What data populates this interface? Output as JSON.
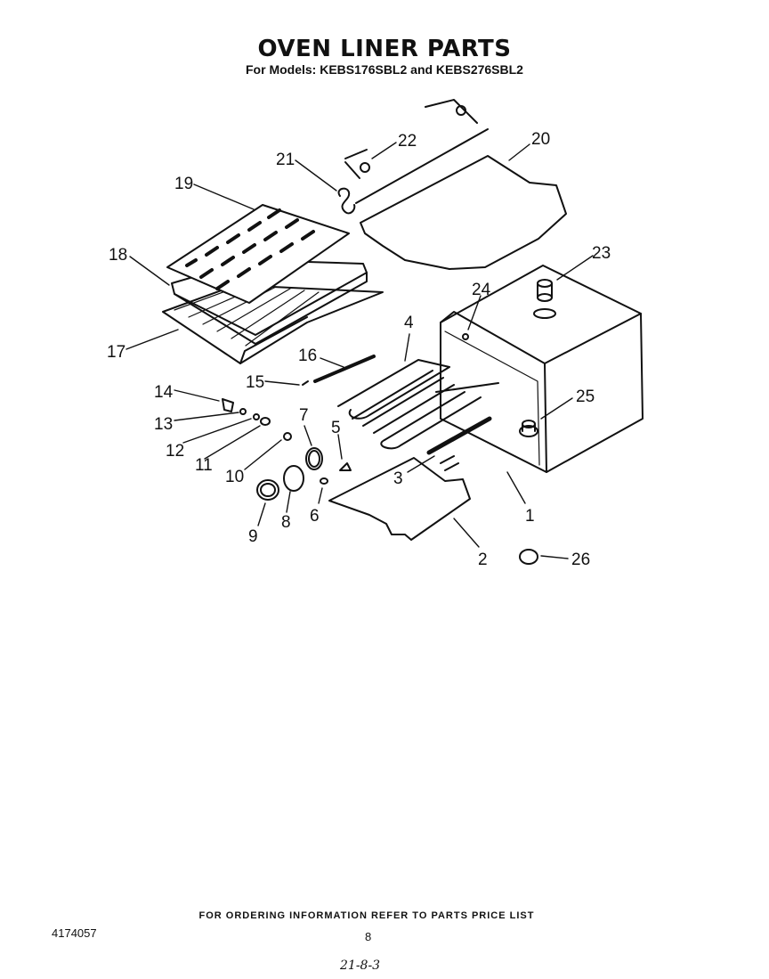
{
  "header": {
    "title": "OVEN LINER PARTS",
    "subtitle": "For Models: KEBS176SBL2 and KEBS276SBL2"
  },
  "diagram": {
    "callouts": [
      "1",
      "2",
      "3",
      "4",
      "5",
      "6",
      "7",
      "8",
      "9",
      "10",
      "11",
      "12",
      "13",
      "14",
      "15",
      "16",
      "17",
      "18",
      "19",
      "20",
      "21",
      "22",
      "23",
      "24",
      "25",
      "26"
    ]
  },
  "footer": {
    "ordering_note": "FOR ORDERING INFORMATION REFER TO PARTS PRICE LIST",
    "doc_number": "4174057",
    "page_number": "8",
    "handwritten": "21-8-3"
  }
}
